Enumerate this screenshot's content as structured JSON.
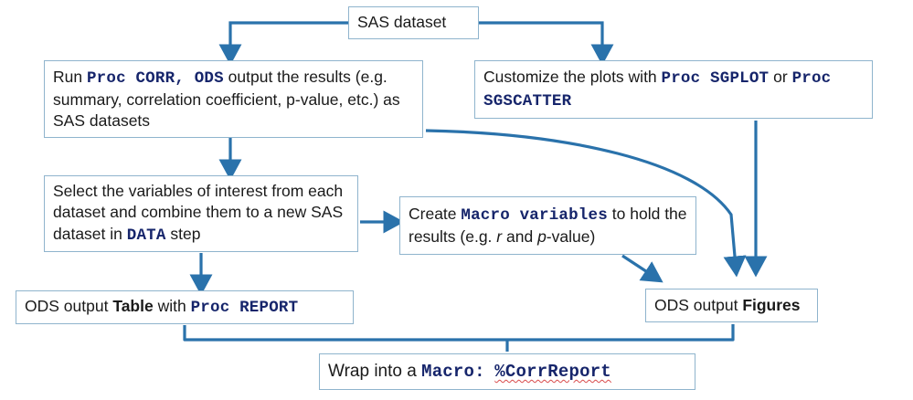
{
  "diagram": {
    "title": "SAS CorrReport macro workflow flowchart",
    "colors": {
      "box_border": "#8fb4cd",
      "box_fill": "#ffffff",
      "arrow": "#2a72ab",
      "code_text": "#16256b",
      "body_text": "#1a1a1a",
      "spellcheck_underline": "#d94a4a"
    },
    "nodes": {
      "sas_dataset": {
        "label": "SAS dataset"
      },
      "run_corr": {
        "seg1": "Run ",
        "code1": "Proc CORR, ODS",
        "seg2": "  output the results (e.g. summary, correlation coefficient, p-value, etc.) as SAS datasets"
      },
      "customize_plots": {
        "seg1": "Customize the plots with ",
        "code1": "Proc SGPLOT",
        "seg2": " or ",
        "code2": "Proc SGSCATTER"
      },
      "select_variables": {
        "seg1": "Select the variables of interest from each dataset and combine them to a new SAS dataset in ",
        "code1": "DATA",
        "seg2": "  step"
      },
      "create_macro": {
        "seg1": "Create ",
        "code1": "Macro variables",
        "seg2": " to hold the results (e.g. ",
        "ital1": "r",
        "seg3": " and ",
        "ital2": "p",
        "seg4": "-value)"
      },
      "ods_table": {
        "seg1": "ODS output ",
        "bold1": "Table",
        "seg2": " with ",
        "code1": "Proc REPORT"
      },
      "ods_figures": {
        "seg1": "ODS output ",
        "bold1": "Figures"
      },
      "wrap_macro": {
        "seg1": "Wrap into a ",
        "code1": "Macro:",
        "code2": "%CorrReport"
      }
    },
    "edges": [
      {
        "name": "sas-to-run-corr",
        "from": "sas_dataset",
        "to": "run_corr",
        "style": "elbow-left-down"
      },
      {
        "name": "sas-to-customize",
        "from": "sas_dataset",
        "to": "customize_plots",
        "style": "elbow-right-down"
      },
      {
        "name": "run-corr-to-select",
        "from": "run_corr",
        "to": "select_variables",
        "style": "straight-down"
      },
      {
        "name": "run-corr-to-figures",
        "from": "run_corr",
        "to": "ods_figures",
        "style": "curve-right-down"
      },
      {
        "name": "customize-to-figures",
        "from": "customize_plots",
        "to": "ods_figures",
        "style": "straight-down"
      },
      {
        "name": "select-to-create-macro",
        "from": "select_variables",
        "to": "create_macro",
        "style": "straight-right"
      },
      {
        "name": "select-to-ods-table",
        "from": "select_variables",
        "to": "ods_table",
        "style": "straight-down"
      },
      {
        "name": "create-macro-to-figures",
        "from": "create_macro",
        "to": "ods_figures",
        "style": "diagonal-down-right"
      },
      {
        "name": "table-and-figures-to-wrap",
        "from": "ods_table,ods_figures",
        "to": "wrap_macro",
        "style": "brace-merge-down"
      }
    ]
  }
}
